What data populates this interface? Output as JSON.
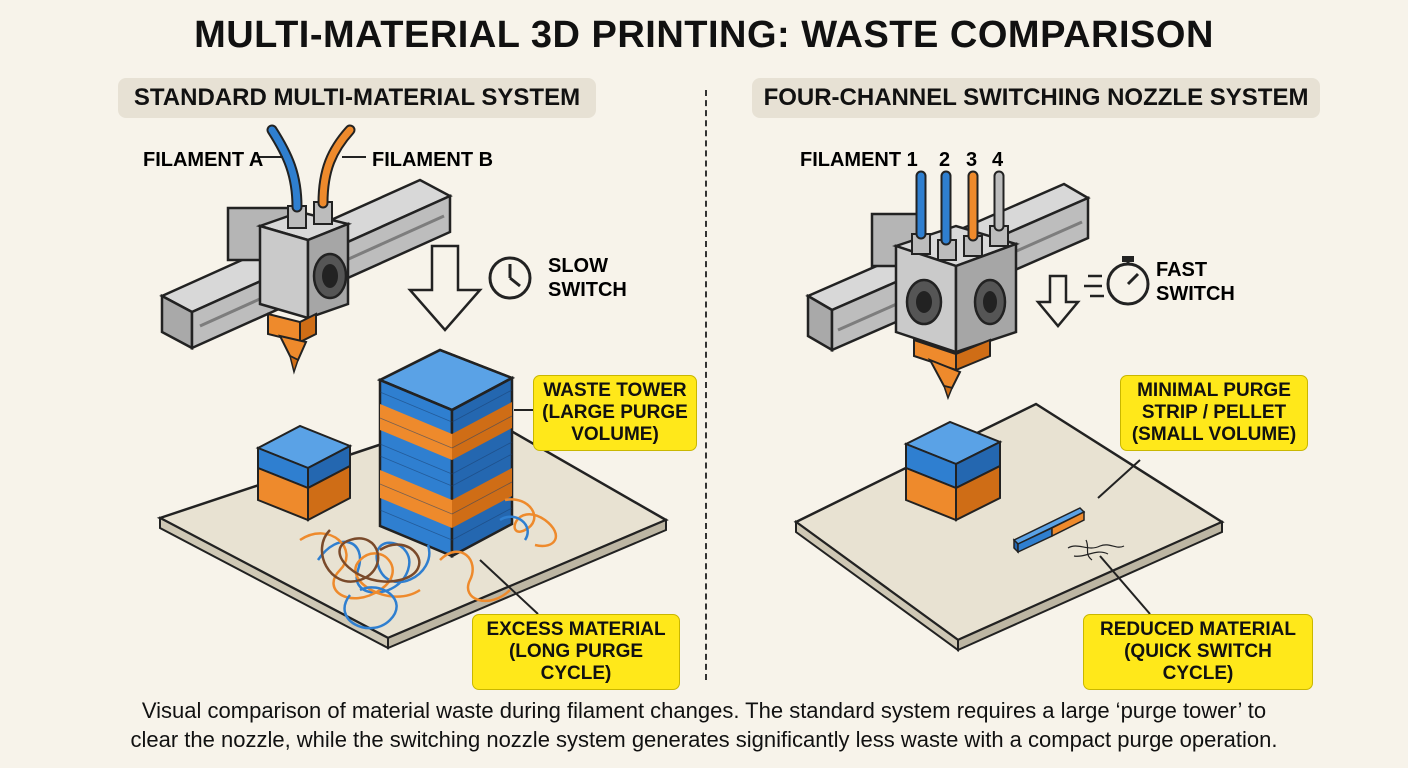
{
  "title": "MULTI-MATERIAL 3D PRINTING: WASTE COMPARISON",
  "left_panel": {
    "title": "STANDARD MULTI-MATERIAL SYSTEM",
    "filament_a": "FILAMENT A",
    "filament_b": "FILAMENT B",
    "switch_line1": "SLOW",
    "switch_line2": "SWITCH",
    "tower_callout": [
      "WASTE TOWER",
      "(LARGE PURGE",
      "VOLUME)"
    ],
    "excess_callout": [
      "EXCESS MATERIAL",
      "(LONG PURGE CYCLE)"
    ]
  },
  "right_panel": {
    "title": "FOUR-CHANNEL SWITCHING NOZZLE SYSTEM",
    "filament_1": "FILAMENT 1",
    "filament_2": "2",
    "filament_3": "3",
    "filament_4": "4",
    "switch_line1": "FAST",
    "switch_line2": "SWITCH",
    "purge_callout": [
      "MINIMAL PURGE",
      "STRIP / PELLET",
      "(SMALL VOLUME)"
    ],
    "reduced_callout": [
      "REDUCED MATERIAL",
      "(QUICK SWITCH CYCLE)"
    ]
  },
  "caption": [
    "Visual comparison of material waste during filament changes. The standard system requires a large ‘purge tower’ to",
    "clear the nozzle, while the switching nozzle system generates significantly less waste with a compact purge operation."
  ],
  "colors": {
    "blue": "#2f7fd0",
    "orange": "#ee8a2c",
    "yellow": "#ffe81a",
    "bed": "#e8e2d2",
    "metal": "#c9c9c9"
  },
  "icons": [
    "clock-icon",
    "stopwatch-icon",
    "down-arrow-icon"
  ]
}
